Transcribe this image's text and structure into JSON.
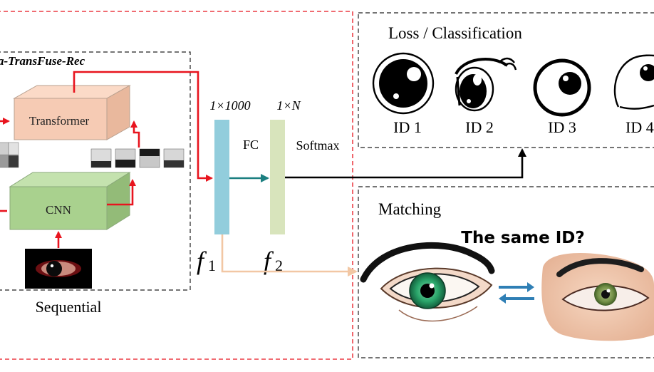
{
  "framework": {
    "name": "a-TransFuse-Rec",
    "transformer_label": "Transformer",
    "cnn_label": "CNN",
    "sequential_label": "Sequential"
  },
  "features": {
    "dim1_label": "1×1000",
    "dimN_label": "1×N",
    "fc_label": "FC",
    "softmax_label": "Softmax",
    "f1_base": "f",
    "f1_sub": "1",
    "f2_base": "f",
    "f2_sub": "2"
  },
  "loss_panel": {
    "title": "Loss / Classification",
    "ids": [
      "ID 1",
      "ID 2",
      "ID 3",
      "ID 4"
    ]
  },
  "matching_panel": {
    "title": "Matching",
    "question": "The same ID?"
  },
  "colors": {
    "red_arrow": "#e8141e",
    "teal_arrow": "#1b7f80",
    "orange_arrow": "#f2c7a4",
    "transformer_fill": "#f6cbb4",
    "cnn_fill": "#a9d18e",
    "f1_bar": "#92cddc",
    "f2_bar": "#d8e4bc",
    "exchange_icon": "#2f7fb5"
  }
}
